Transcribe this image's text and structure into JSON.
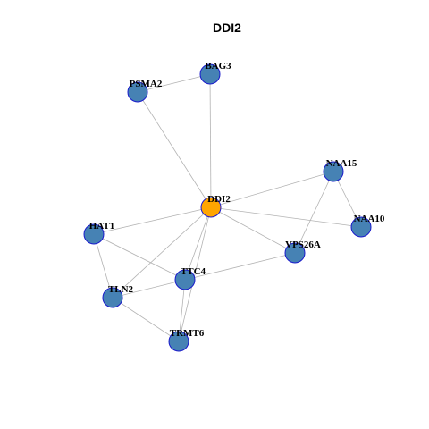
{
  "title": "DDI2",
  "style": {
    "edge_color": "#b3b3b3",
    "node_fill": "#4682b4",
    "center_fill": "#ffa500",
    "node_stroke": "#1a1acc"
  },
  "nodes": [
    {
      "id": "DDI2",
      "label": "DDI2",
      "center": true
    },
    {
      "id": "BAG3",
      "label": "BAG3"
    },
    {
      "id": "PSMA2",
      "label": "PSMA2"
    },
    {
      "id": "NAA15",
      "label": "NAA15"
    },
    {
      "id": "NAA10",
      "label": "NAA10"
    },
    {
      "id": "VPS26A",
      "label": "VPS26A"
    },
    {
      "id": "HAT1",
      "label": "HAT1"
    },
    {
      "id": "TTC4",
      "label": "TTC4"
    },
    {
      "id": "TLN2",
      "label": "TLN2"
    },
    {
      "id": "TRMT6",
      "label": "TRMT6"
    }
  ],
  "edges": [
    [
      "PSMA2",
      "BAG3"
    ],
    [
      "PSMA2",
      "DDI2"
    ],
    [
      "BAG3",
      "DDI2"
    ],
    [
      "DDI2",
      "NAA15"
    ],
    [
      "DDI2",
      "NAA10"
    ],
    [
      "DDI2",
      "VPS26A"
    ],
    [
      "DDI2",
      "HAT1"
    ],
    [
      "DDI2",
      "TTC4"
    ],
    [
      "DDI2",
      "TLN2"
    ],
    [
      "DDI2",
      "TRMT6"
    ],
    [
      "NAA15",
      "NAA10"
    ],
    [
      "NAA15",
      "VPS26A"
    ],
    [
      "HAT1",
      "TTC4"
    ],
    [
      "HAT1",
      "TLN2"
    ],
    [
      "TTC4",
      "VPS26A"
    ],
    [
      "TTC4",
      "TLN2"
    ],
    [
      "TTC4",
      "TRMT6"
    ],
    [
      "TLN2",
      "TRMT6"
    ]
  ]
}
